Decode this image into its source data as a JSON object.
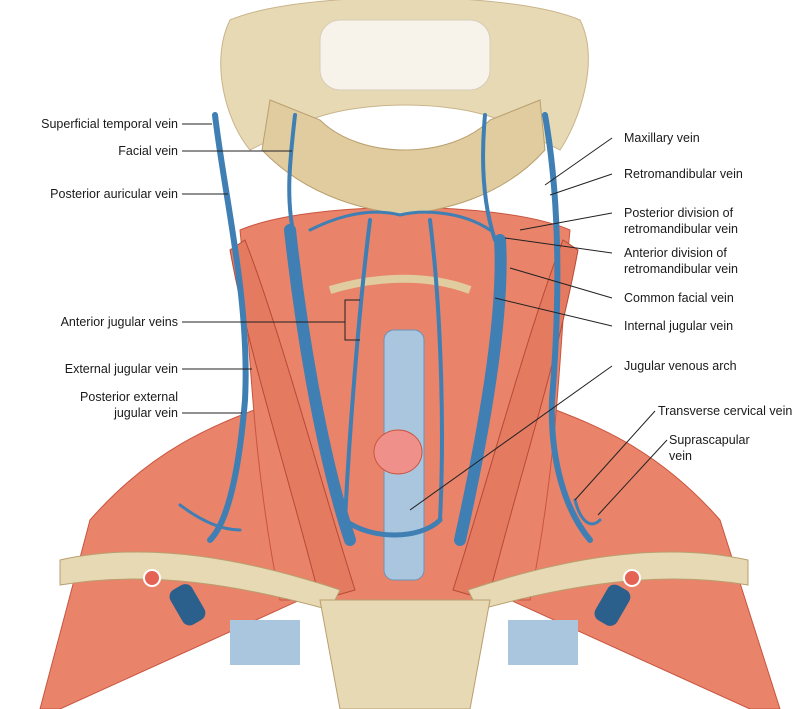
{
  "colors": {
    "bone": "#e8d9b5",
    "bone_shadow": "#c9b48a",
    "muscle": "#e9836a",
    "muscle_dark": "#c9553f",
    "vein": "#3f7fb3",
    "vein_dark": "#2b5f8c",
    "cartilage": "#a9c6de",
    "thyroid": "#f0908a"
  },
  "labels_left": [
    {
      "id": "superficial-temporal-vein",
      "lines": [
        "Superficial temporal vein"
      ]
    },
    {
      "id": "facial-vein",
      "lines": [
        "Facial vein"
      ]
    },
    {
      "id": "posterior-auricular-vein",
      "lines": [
        "Posterior auricular vein"
      ]
    },
    {
      "id": "anterior-jugular-veins",
      "lines": [
        "Anterior jugular veins"
      ]
    },
    {
      "id": "external-jugular-vein",
      "lines": [
        "External jugular vein"
      ]
    },
    {
      "id": "posterior-external-jugular-vein",
      "lines": [
        "Posterior external",
        "jugular vein"
      ]
    }
  ],
  "labels_right": [
    {
      "id": "maxillary-vein",
      "lines": [
        "Maxillary vein"
      ]
    },
    {
      "id": "retromandibular-vein",
      "lines": [
        "Retromandibular vein"
      ]
    },
    {
      "id": "posterior-division-retromandibular-vein",
      "lines": [
        "Posterior division of",
        "retromandibular vein"
      ]
    },
    {
      "id": "anterior-division-retromandibular-vein",
      "lines": [
        "Anterior division of",
        "retromandibular vein"
      ]
    },
    {
      "id": "common-facial-vein",
      "lines": [
        "Common facial vein"
      ]
    },
    {
      "id": "internal-jugular-vein",
      "lines": [
        "Internal jugular vein"
      ]
    },
    {
      "id": "jugular-venous-arch",
      "lines": [
        "Jugular venous arch"
      ]
    },
    {
      "id": "transverse-cervical-vein",
      "lines": [
        "Transverse cervical vein"
      ]
    },
    {
      "id": "suprascapular-vein",
      "lines": [
        "Suprascapular",
        "vein"
      ]
    }
  ]
}
